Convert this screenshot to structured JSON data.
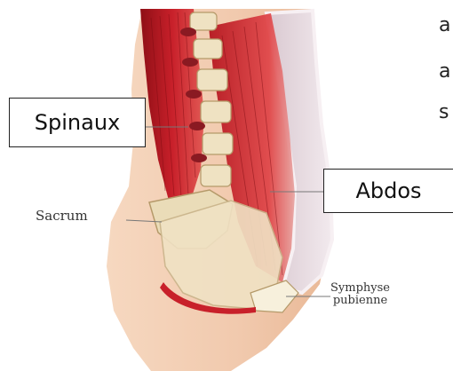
{
  "labels": {
    "spinaux": "Spinaux",
    "abdos": "Abdos",
    "sacrum": "Sacrum",
    "symphyse_line1": "Symphyse",
    "symphyse_line2": "pubienne"
  },
  "cropped_text": {
    "line1": "a",
    "line2": "a",
    "line3": "s"
  },
  "colors": {
    "muscle_red": "#c8202a",
    "bone": "#eadcb8",
    "skin": "#f2cfb4",
    "callout_border": "#222222"
  }
}
